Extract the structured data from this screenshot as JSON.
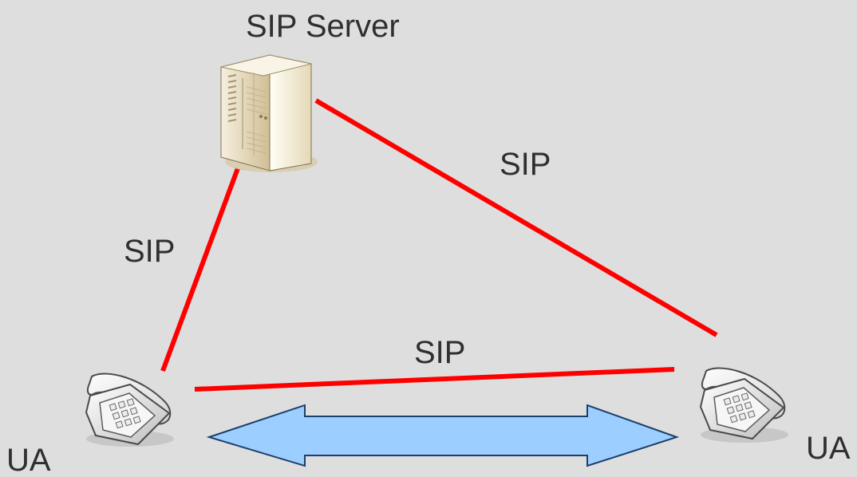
{
  "server": {
    "label": "SIP Server",
    "icon": "server-icon"
  },
  "clients": [
    {
      "label": "UA",
      "icon": "telephone-icon"
    },
    {
      "label": "UA",
      "icon": "telephone-icon"
    }
  ],
  "links": [
    {
      "label": "SIP",
      "color": "#ff0000"
    },
    {
      "label": "SIP",
      "color": "#ff0000"
    },
    {
      "label": "SIP",
      "color": "#ff0000"
    }
  ],
  "media": {
    "color": "#9ccfff",
    "icon": "double-arrow-icon"
  }
}
